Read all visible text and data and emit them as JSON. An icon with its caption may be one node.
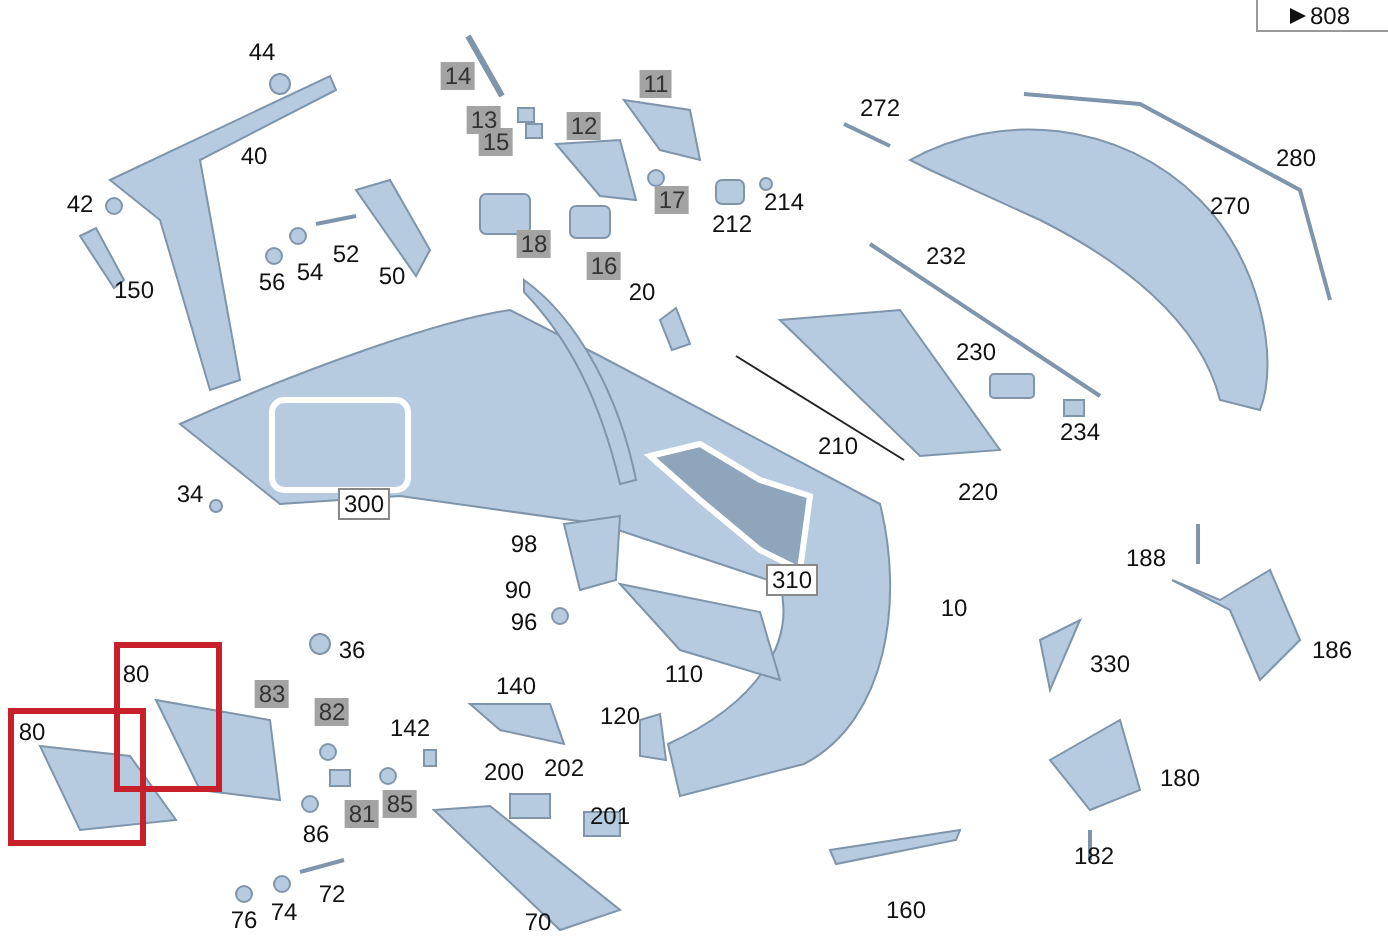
{
  "diagram": {
    "labels": [
      "808",
      "44",
      "14",
      "11",
      "272",
      "12",
      "13",
      "15",
      "40",
      "280",
      "42",
      "17",
      "214",
      "212",
      "52",
      "18",
      "270",
      "56",
      "54",
      "50",
      "16",
      "232",
      "150",
      "20",
      "230",
      "234",
      "210",
      "220",
      "34",
      "300",
      "188",
      "98",
      "90",
      "96",
      "310",
      "10",
      "186",
      "36",
      "110",
      "80",
      "330",
      "83",
      "82",
      "142",
      "140",
      "120",
      "80",
      "202",
      "200",
      "180",
      "201",
      "81",
      "85",
      "86",
      "72",
      "182",
      "76",
      "74",
      "70",
      "160"
    ]
  }
}
